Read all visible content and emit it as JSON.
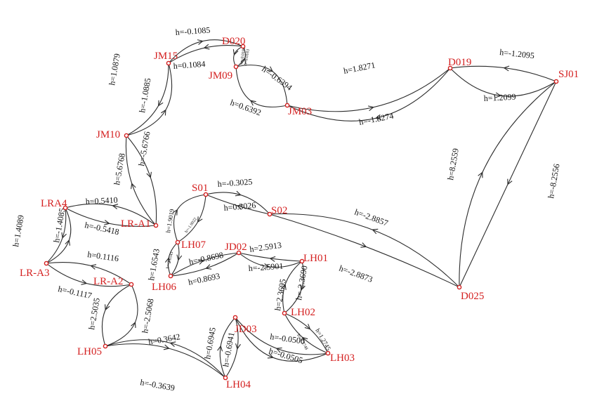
{
  "nodes": [
    {
      "id": "d020",
      "label": "D020"
    },
    {
      "id": "jm15",
      "label": "JM15"
    },
    {
      "id": "jm09",
      "label": "JM09"
    },
    {
      "id": "jm03",
      "label": "JM03"
    },
    {
      "id": "d019",
      "label": "D019"
    },
    {
      "id": "sj01",
      "label": "SJ01"
    },
    {
      "id": "jm10",
      "label": "JM10"
    },
    {
      "id": "lra4",
      "label": "LRA4"
    },
    {
      "id": "lr-a1",
      "label": "LR-A1"
    },
    {
      "id": "lr-a3",
      "label": "LR-A3"
    },
    {
      "id": "lr-a2",
      "label": "LR-A2"
    },
    {
      "id": "s01",
      "label": "S01"
    },
    {
      "id": "s02",
      "label": "S02"
    },
    {
      "id": "lh07",
      "label": "LH07"
    },
    {
      "id": "lh06",
      "label": "LH06"
    },
    {
      "id": "jd02",
      "label": "JD02"
    },
    {
      "id": "lh01",
      "label": "LH01"
    },
    {
      "id": "lh02",
      "label": "LH02"
    },
    {
      "id": "lh03",
      "label": "LH03"
    },
    {
      "id": "jd03",
      "label": "JD03"
    },
    {
      "id": "lh04",
      "label": "LH04"
    },
    {
      "id": "lh05",
      "label": "LH05"
    },
    {
      "id": "d025",
      "label": "D025"
    }
  ],
  "edges": [
    {
      "id": "e01",
      "label": "h=-0.1085"
    },
    {
      "id": "e02",
      "label": "h=0.1084"
    },
    {
      "id": "e03",
      "label": "h=1.0879"
    },
    {
      "id": "e04",
      "label": "h=-1.0885"
    },
    {
      "id": "e05",
      "label": "h=-0.6394"
    },
    {
      "id": "e06",
      "label": "h=0.6392"
    },
    {
      "id": "e07",
      "label": "h=1.8271"
    },
    {
      "id": "e08",
      "label": "h=-1.8274"
    },
    {
      "id": "e09",
      "label": "h=-1.2095"
    },
    {
      "id": "e10",
      "label": "h=1.2099"
    },
    {
      "id": "e11",
      "label": "h=5.6768"
    },
    {
      "id": "e12",
      "label": "h=-5.6766"
    },
    {
      "id": "e13",
      "label": "h=0.5410"
    },
    {
      "id": "e14",
      "label": "h=-0.5418"
    },
    {
      "id": "e15",
      "label": "h=1.4089"
    },
    {
      "id": "e16",
      "label": "h=-1.4085"
    },
    {
      "id": "e17",
      "label": "h=0.1116"
    },
    {
      "id": "e18",
      "label": "h=-0.1117"
    },
    {
      "id": "e19",
      "label": "h=2.5035"
    },
    {
      "id": "e20",
      "label": "h=-2.5068"
    },
    {
      "id": "e21",
      "label": "h=0.3642"
    },
    {
      "id": "e22",
      "label": "h=-0.3639"
    },
    {
      "id": "e23",
      "label": "h=0.6945"
    },
    {
      "id": "e24",
      "label": "h=-0.6941"
    },
    {
      "id": "e25",
      "label": "h=-0.0500"
    },
    {
      "id": "e26",
      "label": "h=-0.0505"
    },
    {
      "id": "e27",
      "label": "h=1.9019"
    },
    {
      "id": "e28",
      "label": "h=-1.9022"
    },
    {
      "id": "e29",
      "label": "h=-0.3025"
    },
    {
      "id": "e30",
      "label": "h=0.3026"
    },
    {
      "id": "e31",
      "label": "h=1.6543"
    },
    {
      "id": "e32",
      "label": "h=-1.6543"
    },
    {
      "id": "e33",
      "label": "h=-0.8698"
    },
    {
      "id": "e34",
      "label": "h=0.8693"
    },
    {
      "id": "e35",
      "label": "h=2.5913"
    },
    {
      "id": "e36",
      "label": "h=-2.5901"
    },
    {
      "id": "e37",
      "label": "h=2.3695"
    },
    {
      "id": "e38",
      "label": "h=-2.3690"
    },
    {
      "id": "e39",
      "label": "h=1.2745"
    },
    {
      "id": "e40",
      "label": "h=-1.2748"
    },
    {
      "id": "e41",
      "label": "h=-2.8857"
    },
    {
      "id": "e42",
      "label": "h=-2.8873"
    },
    {
      "id": "e43",
      "label": "h=8.2559"
    },
    {
      "id": "e44",
      "label": "h=-8.2556"
    },
    {
      "id": "e45",
      "label": "h=-0.0186"
    },
    {
      "id": "e46",
      "label": "h=0.0183"
    }
  ]
}
